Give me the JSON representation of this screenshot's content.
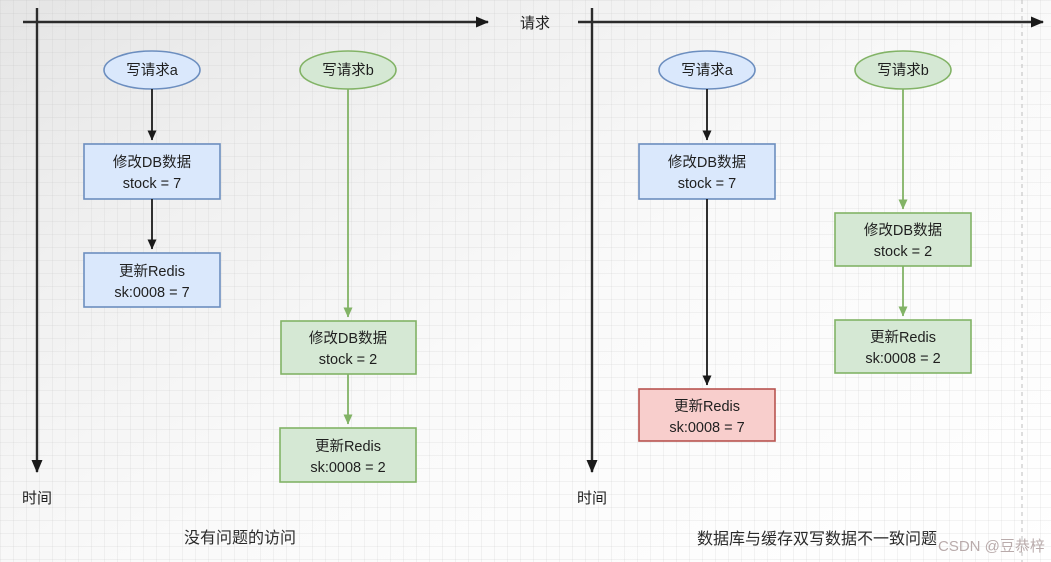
{
  "axis": {
    "x_label": "请求",
    "y_label": "时间"
  },
  "watermark": "CSDN @豆恭梓",
  "left": {
    "caption": "没有问题的访问",
    "request_a": "写请求a",
    "request_b": "写请求b",
    "a_box1_line1": "修改DB数据",
    "a_box1_line2": "stock = 7",
    "a_box2_line1": "更新Redis",
    "a_box2_line2": "sk:0008 = 7",
    "b_box1_line1": "修改DB数据",
    "b_box1_line2": "stock = 2",
    "b_box2_line1": "更新Redis",
    "b_box2_line2": "sk:0008 = 2"
  },
  "right": {
    "caption": "数据库与缓存双写数据不一致问题",
    "request_a": "写请求a",
    "request_b": "写请求b",
    "a_box1_line1": "修改DB数据",
    "a_box1_line2": "stock = 7",
    "a_box2_line1": "更新Redis",
    "a_box2_line2": "sk:0008 = 7",
    "b_box1_line1": "修改DB数据",
    "b_box1_line2": "stock = 2",
    "b_box2_line1": "更新Redis",
    "b_box2_line2": "sk:0008 = 2"
  },
  "colors": {
    "blue_fill": "#dae8fc",
    "blue_stroke": "#6c8ebf",
    "green_fill": "#d5e8d4",
    "green_stroke": "#82b366",
    "red_fill": "#f8cecc",
    "red_stroke": "#b85450",
    "axis": "#2b2b2b"
  }
}
